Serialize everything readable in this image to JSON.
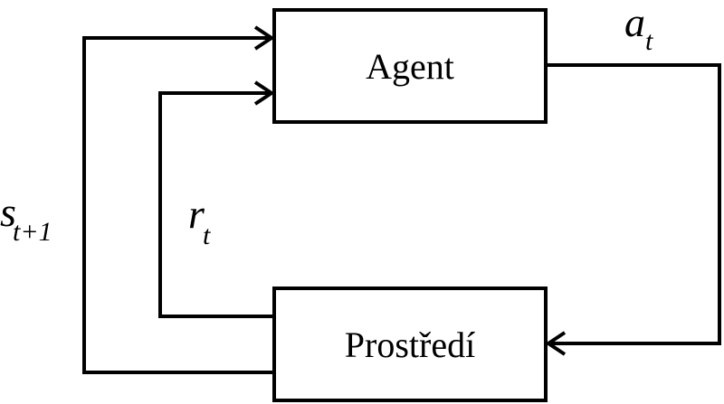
{
  "diagram": {
    "nodes": {
      "agent": {
        "label": "Agent"
      },
      "environment": {
        "label": "Prostředí"
      }
    },
    "edges": {
      "action": {
        "symbol": "a",
        "subscript": "t"
      },
      "reward": {
        "symbol": "r",
        "subscript": "t"
      },
      "state": {
        "symbol": "s",
        "subscript": "t+1"
      }
    }
  },
  "colors": {
    "stroke": "#000000",
    "background": "#ffffff"
  }
}
